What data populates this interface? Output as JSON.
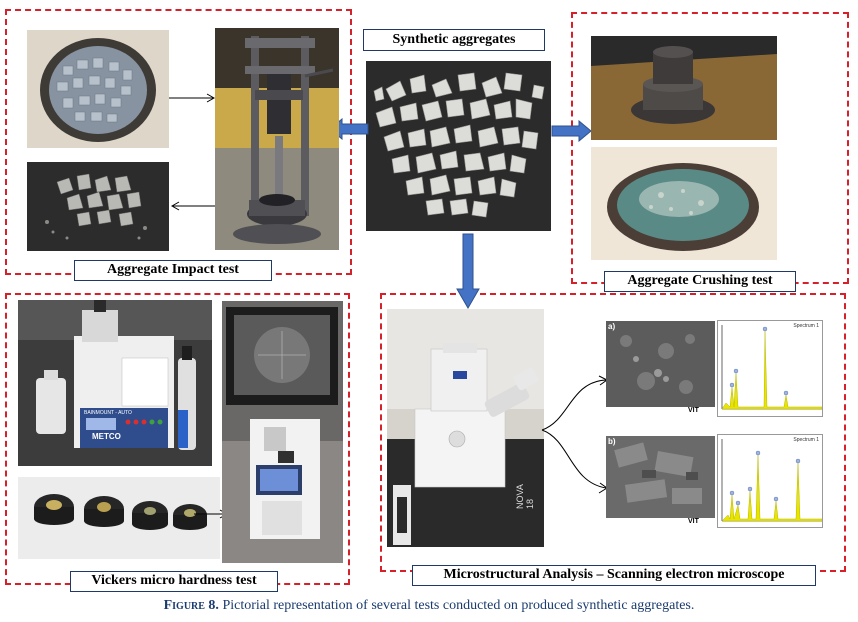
{
  "figure": {
    "center_title": "Synthetic aggregates",
    "panels": {
      "impact": {
        "label": "Aggregate Impact test"
      },
      "crushing": {
        "label": "Aggregate Crushing  test"
      },
      "vickers": {
        "label": "Vickers micro hardness test"
      },
      "sem": {
        "label": "Microstructural Analysis – Scanning electron microscope"
      }
    },
    "machine_text": {
      "brand": "METCO",
      "model": "BAINMOUNT - AUTO",
      "side_text": "NOVA 18"
    },
    "sem_micrographs": [
      {
        "tag": "a)",
        "footer": "VIT"
      },
      {
        "tag": "b)",
        "footer": "VIT"
      }
    ],
    "eds_spectra": [
      {
        "header": "Spectrum 1"
      },
      {
        "header": "Spectrum 1"
      }
    ],
    "caption": {
      "prefix": "Figure 8.",
      "text": " Pictorial representation of several tests conducted on produced synthetic aggregates."
    },
    "colors": {
      "dash_red": "#d8202a",
      "arrow_blue": "#4472c4",
      "label_border": "#1f3a68",
      "caption_blue": "#1a3b6e",
      "eds_yellow": "#e8e600"
    }
  }
}
